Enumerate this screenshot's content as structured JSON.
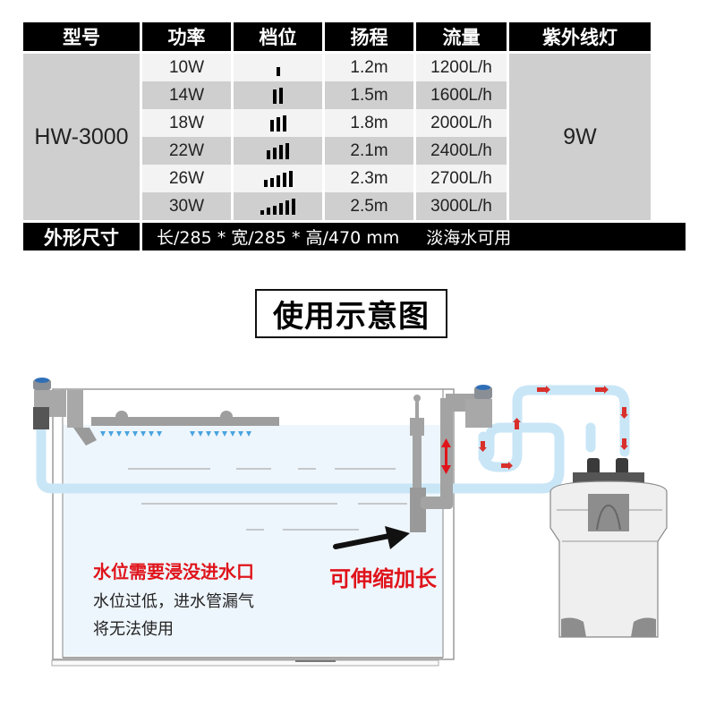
{
  "spec_table": {
    "headers": [
      "型号",
      "功率",
      "档位",
      "扬程",
      "流量",
      "紫外线灯"
    ],
    "model": "HW-3000",
    "uv_lamp": "9W",
    "rows": [
      {
        "power": "10W",
        "level": 1,
        "head": "1.2m",
        "flow": "1200L/h"
      },
      {
        "power": "14W",
        "level": 2,
        "head": "1.5m",
        "flow": "1600L/h"
      },
      {
        "power": "18W",
        "level": 3,
        "head": "1.8m",
        "flow": "2000L/h"
      },
      {
        "power": "22W",
        "level": 4,
        "head": "2.1m",
        "flow": "2400L/h"
      },
      {
        "power": "26W",
        "level": 5,
        "head": "2.3m",
        "flow": "2700L/h"
      },
      {
        "power": "30W",
        "level": 6,
        "head": "2.5m",
        "flow": "3000L/h"
      }
    ],
    "footer_label": "外形尺寸",
    "footer_dimensions": "长/285 * 宽/285 * 高/470 mm",
    "footer_water": "淡海水可用"
  },
  "diagram": {
    "title": "使用示意图",
    "note_warning": "水位需要浸没进水口",
    "note_line1": "水位过低，进水管漏气",
    "note_line2": "将无法使用",
    "note_extend": "可伸缩加长"
  },
  "colors": {
    "header_bg": "#000000",
    "cell_dark": "#cfcfcf",
    "cell_light": "#f3f3f3",
    "tube_blue": "#c9e6f7",
    "water": "#eef6fd",
    "accent_red": "#e0141b",
    "pipe_gray": "#a6a6a6"
  }
}
